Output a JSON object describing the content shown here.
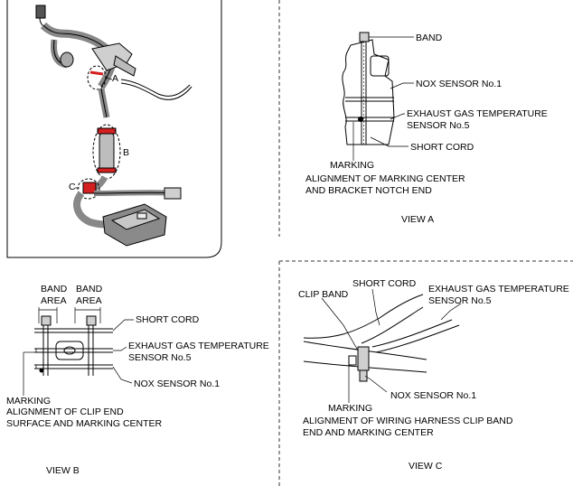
{
  "overview": {
    "markers": [
      "A",
      "B",
      "C"
    ],
    "colors": {
      "highlight": "#d42020",
      "dashed_circle": "#000000",
      "harness": "#9a9a9a"
    }
  },
  "view_a": {
    "labels": {
      "band": "BAND",
      "nox_sensor": "NOX SENSOR No.1",
      "exhaust_gas_line1": "EXHAUST GAS TEMPERATURE",
      "exhaust_gas_line2": "SENSOR No.5",
      "short_cord": "SHORT CORD",
      "marking": "MARKING",
      "alignment_line1": "ALIGNMENT OF MARKING CENTER",
      "alignment_line2": "AND BRACKET NOTCH END"
    },
    "title": "VIEW A"
  },
  "view_b": {
    "labels": {
      "band_area_1_line1": "BAND",
      "band_area_1_line2": "AREA",
      "band_area_2_line1": "BAND",
      "band_area_2_line2": "AREA",
      "short_cord": "SHORT CORD",
      "exhaust_gas_line1": "EXHAUST GAS TEMPERATURE",
      "exhaust_gas_line2": "SENSOR No.5",
      "nox_sensor": "NOX SENSOR No.1",
      "marking": "MARKING",
      "alignment_line1": "ALIGNMENT OF CLIP END",
      "alignment_line2": "SURFACE AND MARKING CENTER"
    },
    "title": "VIEW B"
  },
  "view_c": {
    "labels": {
      "clip_band": "CLIP BAND",
      "short_cord": "SHORT CORD",
      "exhaust_gas_line1": "EXHAUST GAS TEMPERATURE",
      "exhaust_gas_line2": "SENSOR No.5",
      "nox_sensor": "NOX SENSOR No.1",
      "marking": "MARKING",
      "alignment_line1": "ALIGNMENT OF WIRING HARNESS CLIP BAND",
      "alignment_line2": "END AND MARKING CENTER"
    },
    "title": "VIEW C"
  }
}
